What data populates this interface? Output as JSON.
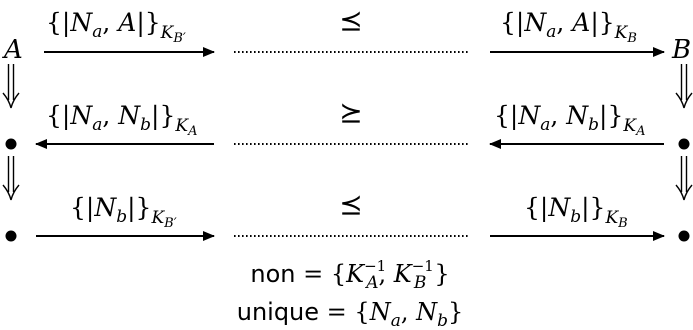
{
  "diagram": {
    "nodes": {
      "left_top": "A",
      "right_top": "B"
    },
    "rows": [
      {
        "left_label": {
          "open": "{|",
          "a": "N",
          "a_sub": "a",
          "sep": ", ",
          "b": "A",
          "close": "|}",
          "key": "K",
          "key_sub": "B′"
        },
        "relation": "⪯",
        "right_label": {
          "open": "{|",
          "a": "N",
          "a_sub": "a",
          "sep": ", ",
          "b": "A",
          "close": "|}",
          "key": "K",
          "key_sub": "B"
        },
        "direction": "right"
      },
      {
        "left_label": {
          "open": "{|",
          "a": "N",
          "a_sub": "a",
          "sep": ", ",
          "b": "N",
          "b_sub": "b",
          "close": "|}",
          "key": "K",
          "key_sub": "A"
        },
        "relation": "⪰",
        "right_label": {
          "open": "{|",
          "a": "N",
          "a_sub": "a",
          "sep": ", ",
          "b": "N",
          "b_sub": "b",
          "close": "|}",
          "key": "K",
          "key_sub": "A"
        },
        "direction": "left"
      },
      {
        "left_label": {
          "open": "{|",
          "a": "N",
          "a_sub": "b",
          "close": "|}",
          "key": "K",
          "key_sub": "B′"
        },
        "relation": "⪯",
        "right_label": {
          "open": "{|",
          "a": "N",
          "a_sub": "b",
          "close": "|}",
          "key": "K",
          "key_sub": "B"
        },
        "direction": "right"
      }
    ],
    "footer": {
      "non": {
        "word": "non",
        "eq": " = {",
        "k1": "K",
        "k1_sub": "A",
        "k1_sup": "−1",
        "comma": ", ",
        "k2": "K",
        "k2_sub": "B",
        "k2_sup": "−1",
        "close": "}"
      },
      "unique": {
        "word": "unique",
        "eq": " = {",
        "n1": "N",
        "n1_sub": "a",
        "comma": ", ",
        "n2": "N",
        "n2_sub": "b",
        "close": "}"
      }
    }
  }
}
